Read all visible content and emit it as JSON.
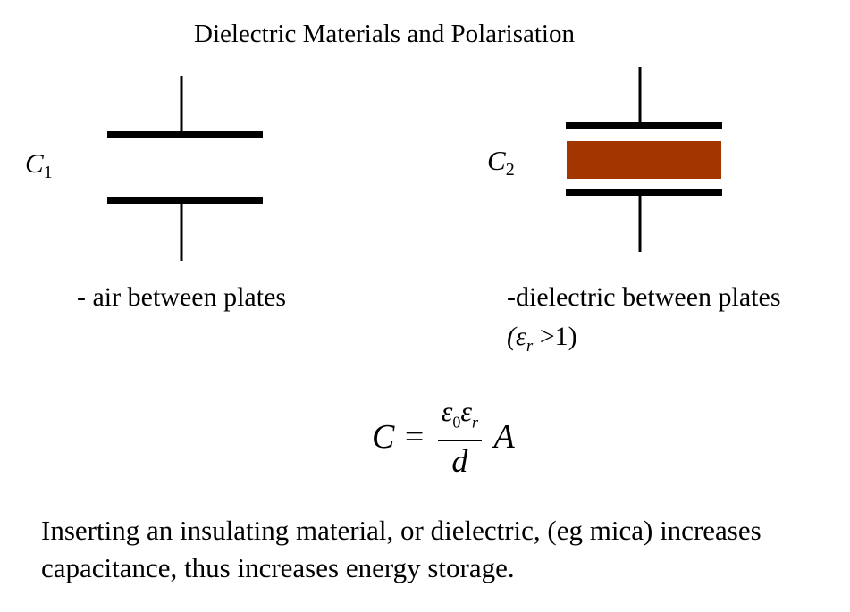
{
  "title": "Dielectric Materials and Polarisation",
  "capacitor_1": {
    "label_main": "C",
    "label_sub": "1",
    "caption": "- air between plates"
  },
  "capacitor_2": {
    "label_main": "C",
    "label_sub": "2",
    "caption_line1": "-dielectric between plates",
    "caption_line2_prefix": "(ε",
    "caption_line2_sub": "r",
    "caption_line2_suffix": " >1)",
    "dielectric_color": "#a33500"
  },
  "formula": {
    "lhs": "C",
    "equals": "=",
    "num_eps0": "ε",
    "num_eps0_sub": "0",
    "num_epsr": "ε",
    "num_epsr_sub": "r",
    "denominator": "d",
    "rhs": "A"
  },
  "bottom_text": "Inserting an insulating material, or dielectric, (eg mica) increases capacitance, thus increases energy storage."
}
